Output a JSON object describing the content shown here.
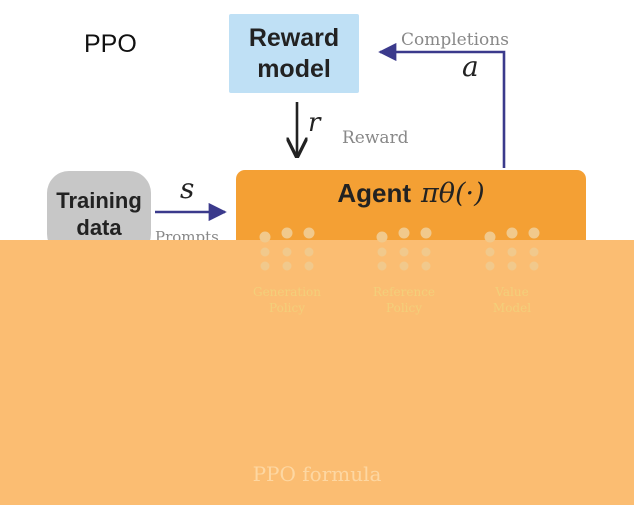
{
  "title": "PPO",
  "reward_model": {
    "line1": "Reward",
    "line2": "model"
  },
  "training_data": {
    "line1": "Training",
    "line2": "data"
  },
  "agent": {
    "label": "Agent",
    "policy": "πθ(·)"
  },
  "edges": {
    "completions_label": "Completions",
    "action_symbol": "a",
    "reward_symbol": "r",
    "reward_label": "Reward",
    "state_symbol": "s",
    "prompts_label": "Prompts"
  },
  "networks": [
    {
      "caption_line1": "Generation",
      "caption_line2": "Policy"
    },
    {
      "caption_line1": "Reference",
      "caption_line2": "Policy"
    },
    {
      "caption_line1": "Value",
      "caption_line2": "Model"
    }
  ],
  "footer": {
    "text": "PPO formula"
  },
  "colors": {
    "reward_box": "#bfe0f5",
    "training_box": "#c7c7c7",
    "agent_box": "#f4a034",
    "arrow": "#3b3a8c",
    "overlay": "#fbbd72"
  }
}
